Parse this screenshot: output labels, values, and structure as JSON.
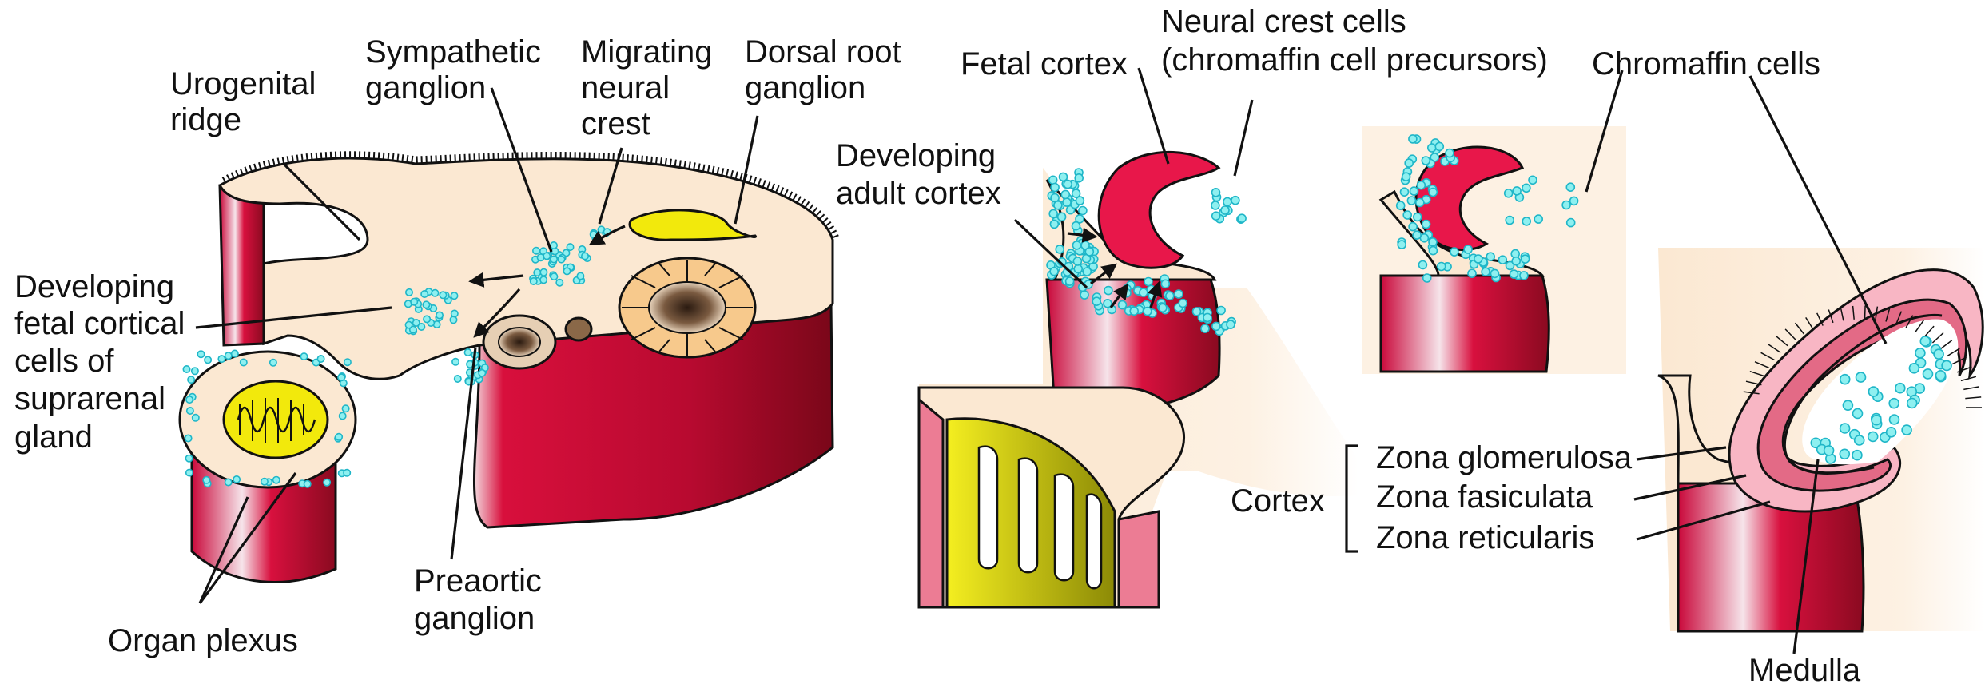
{
  "labels": {
    "urogenital": [
      "Urogenital",
      "ridge"
    ],
    "sympathetic": [
      "Sympathetic",
      "ganglion"
    ],
    "migrating": [
      "Migrating",
      "neural",
      "crest"
    ],
    "dorsal": [
      "Dorsal root",
      "ganglion"
    ],
    "developing_fetal": [
      "Developing",
      "fetal cortical",
      "cells of",
      "suprarenal",
      "gland"
    ],
    "preaortic": [
      "Preaortic",
      "ganglion"
    ],
    "organ_plexus": "Organ plexus",
    "developing_adult": [
      "Developing",
      "adult cortex"
    ],
    "fetal_cortex": "Fetal cortex",
    "neural_crest_cells": [
      "Neural crest cells",
      "(chromaffin cell precursors)"
    ],
    "chromaffin": "Chromaffin cells",
    "cortex": "Cortex",
    "zona_glomerulosa": "Zona glomerulosa",
    "zona_fasiculata": "Zona fasiculata",
    "zona_reticularis": "Zona reticularis",
    "medulla": "Medulla"
  },
  "colors": {
    "crimson": "#d80f3c",
    "dark_red": "#8a0a20",
    "beige": "#fbe8d2",
    "pink": "#f4aab8",
    "cyan": "#2fd6e6",
    "yellow": "#f2e90c",
    "orange": "#f7c98c"
  }
}
